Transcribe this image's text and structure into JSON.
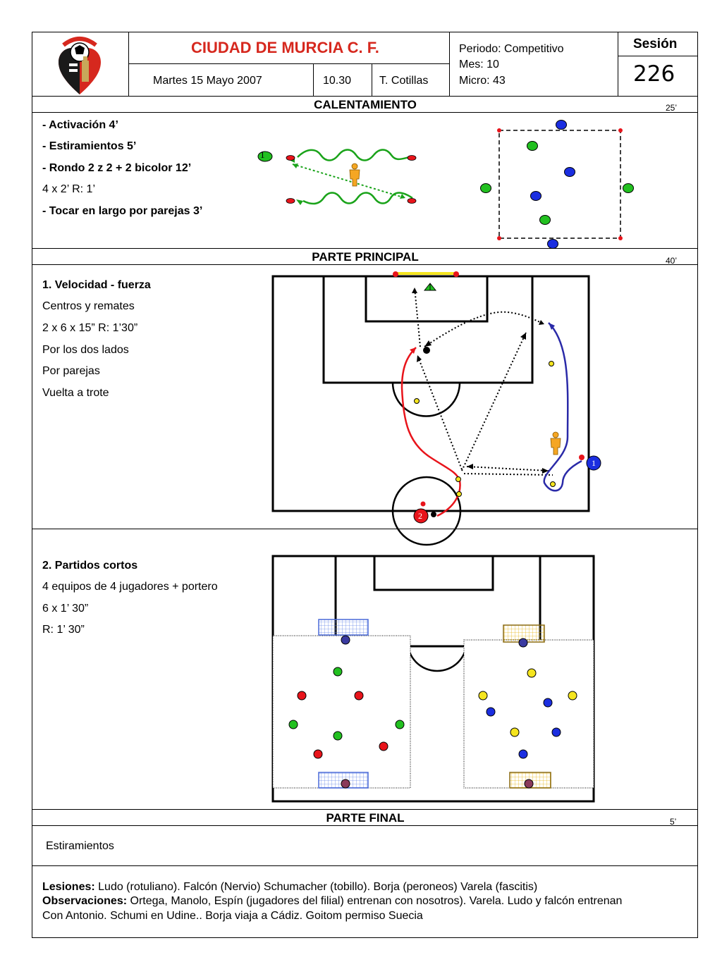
{
  "header": {
    "club_name": "CIUDAD DE MURCIA C. F.",
    "date": "Martes 15 Mayo  2007",
    "time": "10.30",
    "coach": "T. Cotillas",
    "period": "Periodo: Competitivo",
    "month": "Mes: 10",
    "micro": "Micro: 43",
    "session_label": "Sesión",
    "session_number": "226"
  },
  "warmup": {
    "title": "CALENTAMIENTO",
    "minutes": "25’",
    "items": [
      "- Activación  4’",
      "- Estiramientos 5’",
      "- Rondo 2 z 2 + 2 bicolor 12’",
      "4 x 2’ R: 1’",
      "- Tocar en largo por parejas 3’"
    ],
    "player_number": "1"
  },
  "main": {
    "title": "PARTE PRINCIPAL",
    "minutes": "40’",
    "exercise1": {
      "title": "1. Velocidad - fuerza",
      "lines": [
        "Centros y remates",
        "2 x 6 x 15”  R: 1’30”",
        "Por los dos lados",
        "Por parejas",
        "Vuelta a trote"
      ],
      "player_a": "1",
      "player_b": "2"
    },
    "exercise2": {
      "title": "2.  Partidos cortos",
      "lines": [
        "4 equipos de 4 jugadores + portero",
        "6 x 1’ 30”",
        "R: 1’ 30”"
      ]
    }
  },
  "final": {
    "title": "PARTE FINAL",
    "minutes": "5’",
    "text": "Estiramientos"
  },
  "notes": {
    "injuries_label": "Lesiones:",
    "injuries_text": "Ludo (rotuliano). Falcón (Nervio) Schumacher (tobillo). Borja (peroneos)  Varela (fascitis)",
    "obs_label": "Observaciones:",
    "obs_text": "Ortega, Manolo, Espín  (jugadores del filial) entrenan con nosotros). Varela. Ludo y falcón entrenan",
    "obs_text2": "Con Antonio. Schumi en Udine..  Borja viaja a Cádiz. Goitom permiso Suecia"
  },
  "colors": {
    "club_red": "#d6281e",
    "team_red": "#e8141b",
    "team_blue": "#1b2ee0",
    "team_green": "#22c020",
    "team_yellow": "#f5e51e"
  }
}
